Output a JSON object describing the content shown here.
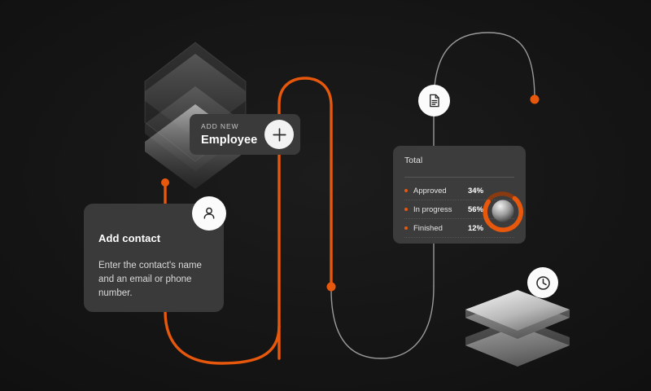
{
  "canvas": {
    "background": "#151515",
    "accent": "#e8580c",
    "accent_dark": "#8a3a10",
    "card_background": "#3a3a3a",
    "line_gray": "#9a9a9a"
  },
  "add_new_card": {
    "eyebrow": "ADD NEW",
    "title": "Employee",
    "plus_icon": "plus-icon"
  },
  "add_contact_card": {
    "heading": "Add contact",
    "body": "Enter the contact's name and an email or phone number.",
    "avatar_icon": "user-icon"
  },
  "total_card": {
    "title": "Total",
    "rows": [
      {
        "label": "Approved",
        "value": "34%",
        "color": "#e8580c"
      },
      {
        "label": "In progress",
        "value": "56%",
        "color": "#e8580c"
      },
      {
        "label": "Finished",
        "value": "12%",
        "color": "#e8580c"
      }
    ]
  },
  "badges": {
    "document": "document-icon",
    "clock": "clock-icon"
  },
  "decor": {
    "hexagon_stack": "hexagon-stack-shape",
    "layers_stack": "layers-stack-shape"
  },
  "chart_data": {
    "type": "pie",
    "title": "Total",
    "categories": [
      "Approved",
      "In progress",
      "Finished"
    ],
    "values": [
      34,
      56,
      12
    ],
    "labels": [
      "34%",
      "56%",
      "12%"
    ],
    "colors": [
      "#8a3a10",
      "#e8580c",
      "#e8580c"
    ],
    "legend": "left",
    "donut": true
  }
}
